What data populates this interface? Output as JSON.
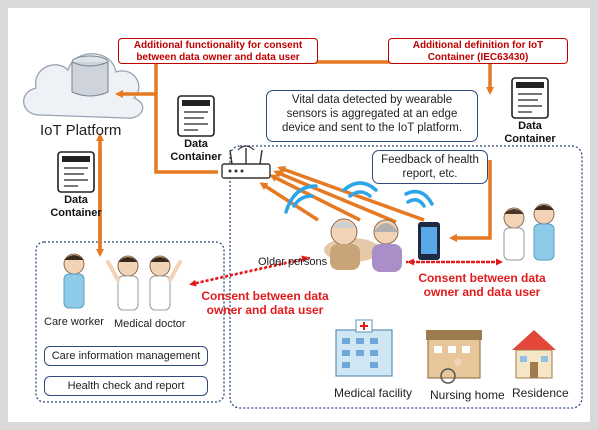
{
  "platform": {
    "label": "IoT Platform"
  },
  "callouts": {
    "consent_function": "Additional functionality for consent between data owner and data user",
    "iec_definition": "Additional definition for IoT Container (IEC63430)",
    "vital_data": "Vital data detected by wearable sensors is aggregated at an edge device and sent to the IoT platform.",
    "feedback": "Feedback of health report, etc."
  },
  "data_container": {
    "label": "Data Container"
  },
  "people": {
    "care_worker": "Care worker",
    "medical_doctor": "Medical doctor",
    "older_persons": "Older persons"
  },
  "consent": {
    "left": "Consent between data owner and data user",
    "right": "Consent between data owner and data user"
  },
  "services": {
    "care_info": "Care information management",
    "health_check": "Health check and report"
  },
  "facilities": {
    "medical": "Medical facility",
    "nursing": "Nursing home",
    "residence": "Residence"
  },
  "colors": {
    "orange": "#e57a22",
    "red": "#e31b1b",
    "navy": "#2e4a7d",
    "wifi_blue": "#2aa5e8"
  }
}
